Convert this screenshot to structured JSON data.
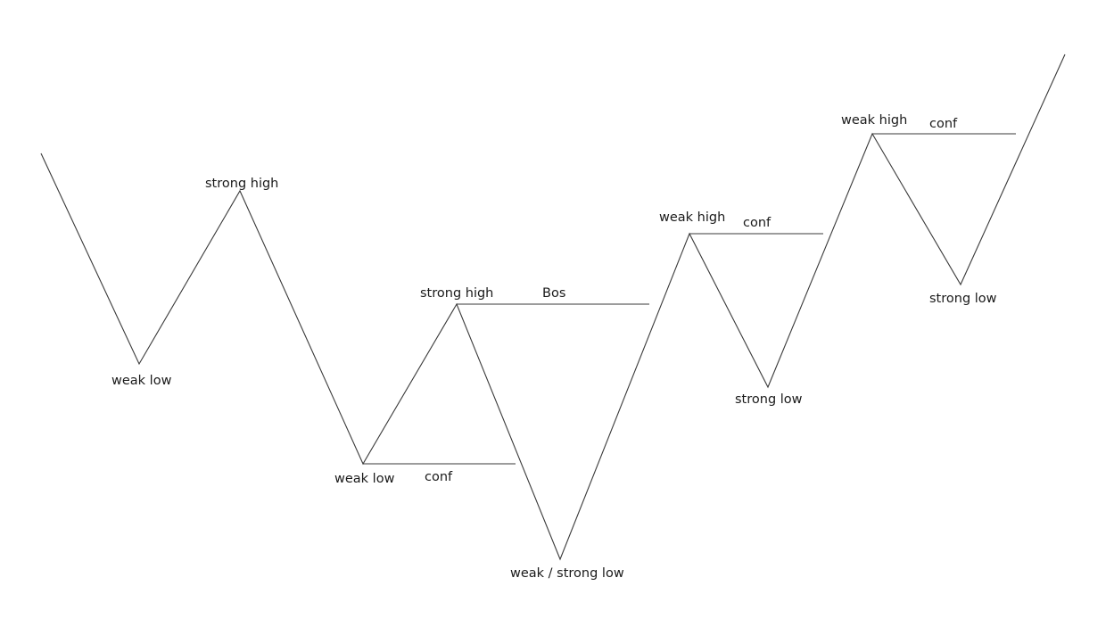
{
  "diagram": {
    "path_label": "",
    "swing_labels": [
      "weak low",
      "strong high",
      "weak low",
      "strong high",
      "weak / strong low",
      "weak high",
      "strong low",
      "weak high",
      "strong low"
    ],
    "level_labels": [
      "conf",
      "Bos",
      "conf",
      "conf"
    ],
    "line_color": "#3a3a3a",
    "text_color": "#1a1a1a"
  }
}
